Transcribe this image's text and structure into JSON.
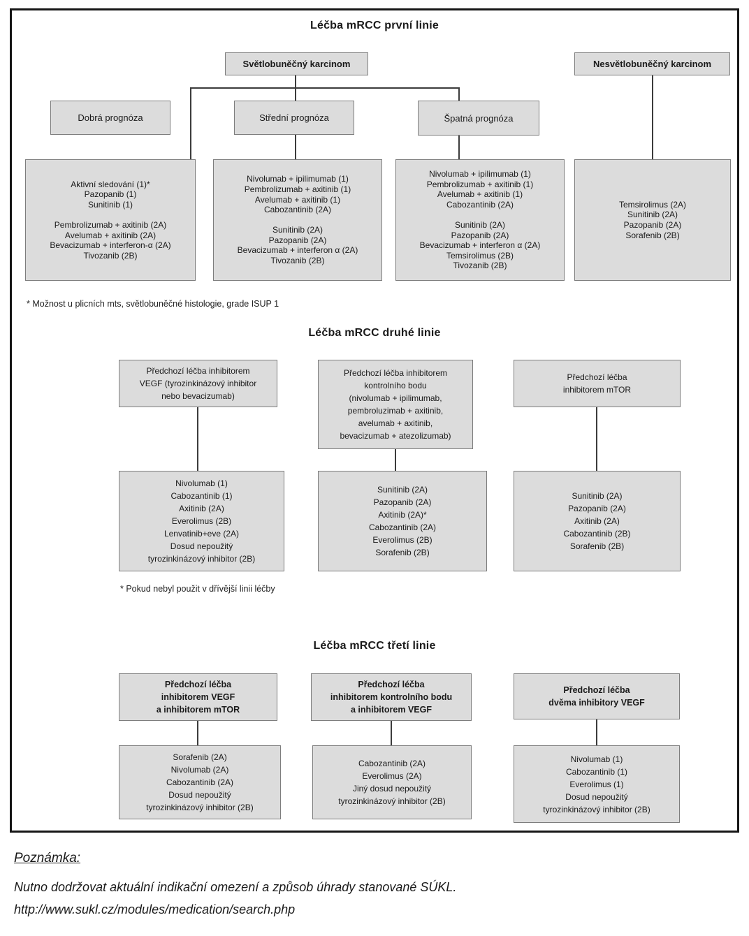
{
  "first_line": {
    "title": "Léčba mRCC první linie",
    "clear_cell": "Světlobuněčný karcinom",
    "non_clear_cell": "Nesvětlobuněčný karcinom",
    "prognosis_good": "Dobrá prognóza",
    "prognosis_intermediate": "Střední prognóza",
    "prognosis_poor": "Špatná prognóza",
    "treatments_good": "Aktivní sledování (1)*\nPazopanib (1)\nSunitinib (1)\n\nPembrolizumab + axitinib (2A)\nAvelumab + axitinib (2A)\nBevacizumab + interferon-α (2A)\nTivozanib (2B)",
    "treatments_intermediate": "Nivolumab + ipilimumab (1)\nPembrolizumab + axitinib (1)\nAvelumab + axitinib (1)\nCabozantinib (2A)\n\nSunitinib (2A)\nPazopanib (2A)\nBevacizumab + interferon α (2A)\nTivozanib (2B)",
    "treatments_poor": "Nivolumab + ipilimumab (1)\nPembrolizumab + axitinib (1)\nAvelumab + axitinib (1)\nCabozantinib (2A)\n\nSunitinib (2A)\nPazopanib (2A)\nBevacizumab + interferon α (2A)\nTemsirolimus (2B)\nTivozanib (2B)",
    "treatments_non_clear": "Temsirolimus (2A)\nSunitinib (2A)\nPazopanib (2A)\nSorafenib (2B)",
    "footnote": "* Možnost u plicních mts, světlobuněčné histologie, grade ISUP 1"
  },
  "second_line": {
    "title": "Léčba mRCC druhé linie",
    "header_vegf": "Předchozí léčba inhibitorem\nVEGF (tyrozinkinázový inhibitor\nnebo bevacizumab)",
    "header_checkpoint": "Předchozí léčba inhibitorem\nkontrolního bodu\n(nivolumab + ipilimumab,\npembroluzimab + axitinib,\navelumab + axitinib,\nbevacizumab + atezolizumab)",
    "header_mtor": "Předchozí léčba\ninhibitorem mTOR",
    "treatments_vegf": "Nivolumab (1)\nCabozantinib (1)\nAxitinib (2A)\nEverolimus (2B)\nLenvatinib+eve (2A)\nDosud nepoužitý\ntyrozinkinázový inhibitor (2B)",
    "treatments_checkpoint": "Sunitinib (2A)\nPazopanib (2A)\nAxitinib (2A)*\nCabozantinib (2A)\nEverolimus (2B)\nSorafenib (2B)",
    "treatments_mtor": "Sunitinib (2A)\nPazopanib (2A)\nAxitinib (2A)\nCabozantinib (2B)\nSorafenib (2B)",
    "footnote": "* Pokud nebyl použit v dřívější linii léčby"
  },
  "third_line": {
    "title": "Léčba mRCC třetí linie",
    "header_vegf_mtor": "Předchozí léčba\ninhibitorem VEGF\na inhibitorem mTOR",
    "header_checkpoint_vegf": "Předchozí léčba\ninhibitorem kontrolního bodu\na inhibitorem VEGF",
    "header_two_vegf": "Předchozí léčba\ndvěma inhibitory VEGF",
    "treatments_vegf_mtor": "Sorafenib (2A)\nNivolumab (2A)\nCabozantinib (2A)\nDosud nepoužitý\ntyrozinkinázový inhibitor (2B)",
    "treatments_checkpoint_vegf": "Cabozantinib (2A)\nEverolimus (2A)\nJiný dosud nepoužitý\ntyrozinkinázový inhibitor (2B)",
    "treatments_two_vegf": "Nivolumab (1)\nCabozantinib (1)\nEverolimus (1)\nDosud nepoužitý\ntyrozinkinázový inhibitor (2B)"
  },
  "note": {
    "label": "Poznámka:",
    "text": "Nutno dodržovat aktuální indikační omezení a způsob úhrady stanované SÚKL.",
    "url": "http://www.sukl.cz/modules/medication/search.php"
  },
  "colors": {
    "box_fill": "#dcdcdc",
    "box_border": "#7d7d7d",
    "connector": "#3c3c3c",
    "frame": "#161616"
  }
}
